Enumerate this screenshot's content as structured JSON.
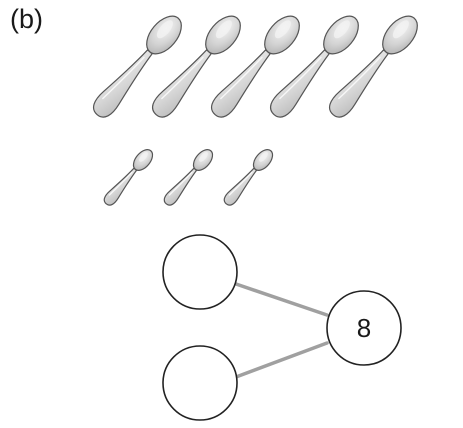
{
  "part_label": "(b)",
  "spoons": {
    "large_count": 5,
    "small_count": 3,
    "fill_color": "#d9d9d9",
    "stroke_color": "#555555"
  },
  "number_bond": {
    "whole": "8",
    "part_top": "",
    "part_bottom": "",
    "line_color": "#a0a0a0"
  }
}
